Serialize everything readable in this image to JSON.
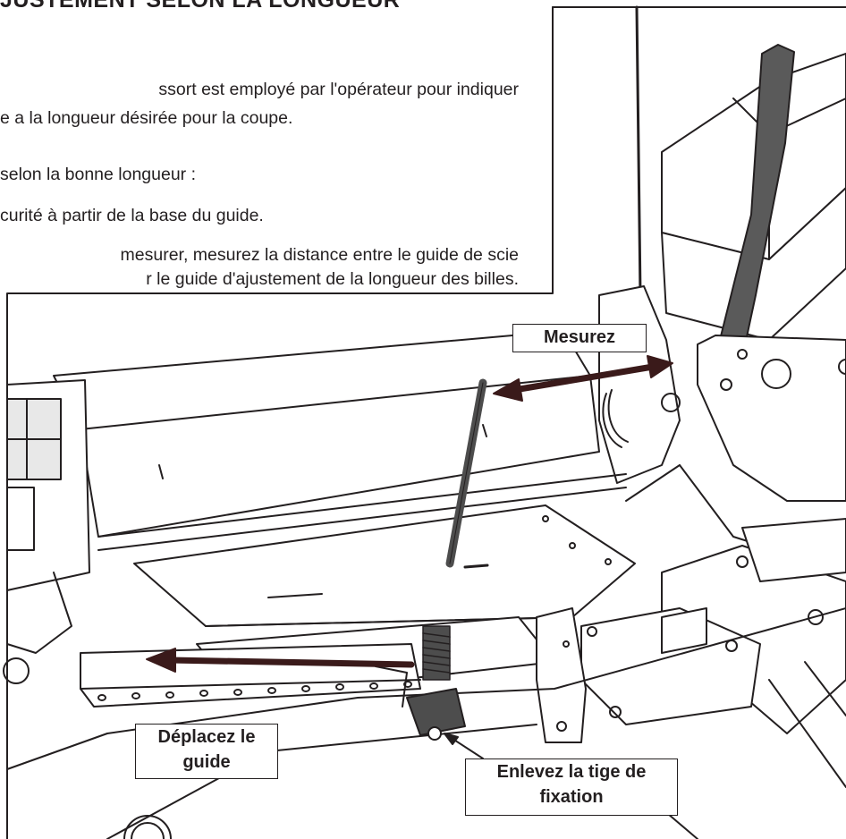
{
  "document": {
    "heading": "JUSTEMENT SELON LA LONGUEUR",
    "paragraphs": [
      "ssort est employé par l'opérateur pour indiquer",
      "e a la longueur désirée pour la coupe.",
      "selon la bonne longueur :",
      "curité à partir de la base du guide.",
      "mesurer, mesurez la distance entre le guide de scie",
      "r le guide d'ajustement de la longueur des billes."
    ]
  },
  "callouts": {
    "measure": "Mesurez",
    "move_guide_line1": "Déplacez le",
    "move_guide_line2": "guide",
    "remove_pin_line1": "Enlevez la tige de",
    "remove_pin_line2": "fixation"
  },
  "colors": {
    "ink": "#231f20",
    "arrow": "#3a1a1a",
    "handle": "#5a5a5a",
    "spring": "#4d4d4d",
    "paper": "#ffffff"
  }
}
